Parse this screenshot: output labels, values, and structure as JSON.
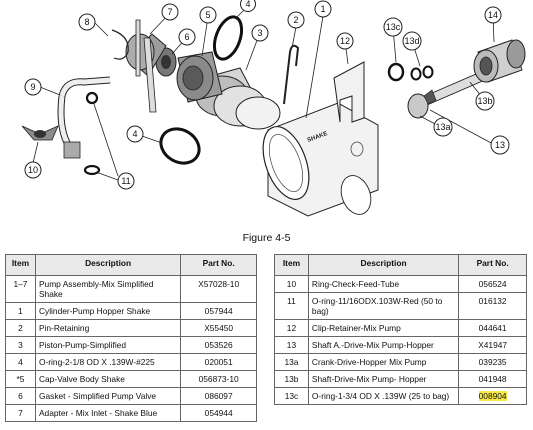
{
  "figure_caption": "Figure 4-5",
  "callouts": [
    "1",
    "2",
    "3",
    "4",
    "4",
    "5",
    "6",
    "7",
    "8",
    "9",
    "10",
    "11",
    "11",
    "12",
    "13",
    "13a",
    "13b",
    "13c",
    "13d",
    "14"
  ],
  "table_headers": {
    "item": "Item",
    "description": "Description",
    "part_no": "Part No."
  },
  "left_table": [
    {
      "item": "1–7",
      "desc": "Pump Assembly-Mix Simplified Shake",
      "part": "X57028-10"
    },
    {
      "item": "1",
      "desc": "Cylinder-Pump Hopper Shake",
      "part": "057944"
    },
    {
      "item": "2",
      "desc": "Pin-Retaining",
      "part": "X55450"
    },
    {
      "item": "3",
      "desc": "Piston-Pump-Simplified",
      "part": "053526"
    },
    {
      "item": "4",
      "desc": "O-ring-2-1/8 OD X .139W-#225",
      "part": "020051"
    },
    {
      "item": "*5",
      "desc": "Cap-Valve Body Shake",
      "part": "056873-10"
    },
    {
      "item": "6",
      "desc": "Gasket - Simplified Pump Valve",
      "part": "086097"
    },
    {
      "item": "7",
      "desc": "Adapter - Mix Inlet - Shake Blue",
      "part": "054944"
    }
  ],
  "right_table": [
    {
      "item": "10",
      "desc": "Ring-Check-Feed-Tube",
      "part": "056524"
    },
    {
      "item": "11",
      "desc": "O-ring-11/16ODX.103W-Red (50 to bag)",
      "part": "016132"
    },
    {
      "item": "12",
      "desc": "Clip-Retainer-Mix Pump",
      "part": "044641"
    },
    {
      "item": "13",
      "desc": "Shaft A.-Drive-Mix Pump-Hopper",
      "part": "X41947"
    },
    {
      "item": "13a",
      "desc": "Crank-Drive-Hopper Mix Pump",
      "part": "039235"
    },
    {
      "item": "13b",
      "desc": "Shaft-Drive-Mix Pump- Hopper",
      "part": "041948"
    },
    {
      "item": "13c",
      "desc": "O-ring-1-3/4 OD X .139W (25 to bag)",
      "part": "008904",
      "highlight": true
    }
  ],
  "shake_label": "SHAKE",
  "colors": {
    "highlight": "#f7e94a",
    "header_bg": "#e9e9e9"
  }
}
